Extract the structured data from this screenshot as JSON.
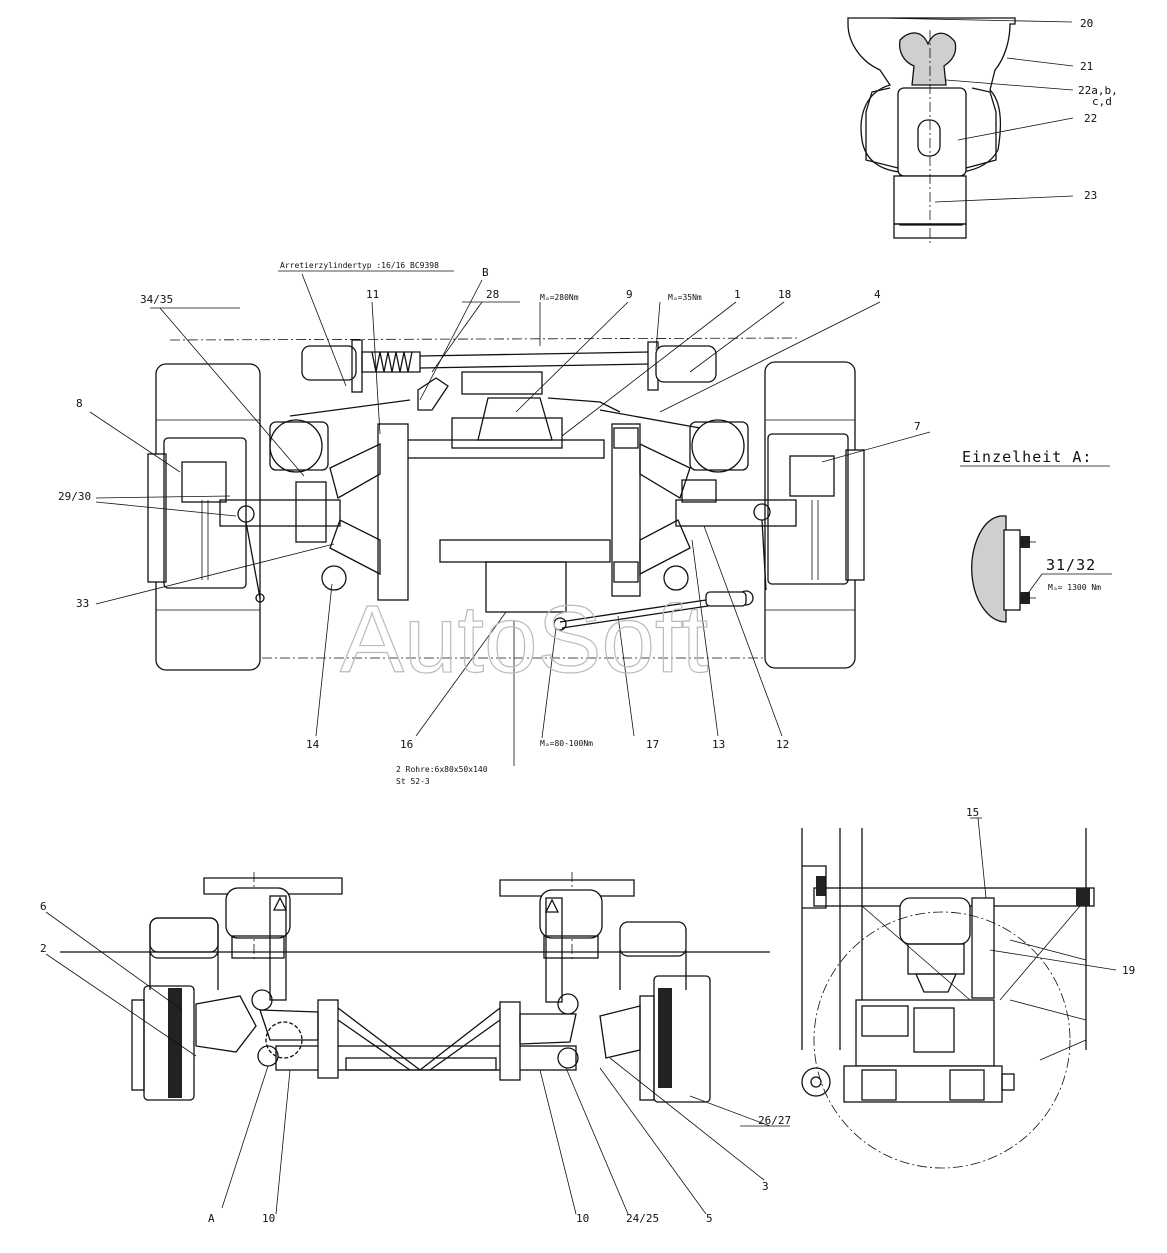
{
  "watermark": "AutoSoft",
  "top_view": {
    "cylinder_note": "Arretierzylindertyp :16/16  BC9398",
    "torques": {
      "m9": "Mₐ=280Nm",
      "m1": "Mₐ=35Nm",
      "m17": "Mₐ=80-100Nm"
    },
    "pipe_note": {
      "line1": "2 Rohre:6x80x50x140",
      "line2": "St 52-3"
    },
    "labels": {
      "l34_35": "34/35",
      "lB": "B",
      "l28": "28",
      "l11": "11",
      "l9": "9",
      "l1": "1",
      "l18": "18",
      "l4": "4",
      "l8": "8",
      "l7": "7",
      "l29_30": "29/30",
      "l33": "33",
      "l14": "14",
      "l16": "16",
      "l17": "17",
      "l13": "13",
      "l12": "12"
    }
  },
  "air_spring": {
    "labels": {
      "l20": "20",
      "l21": "21",
      "l22abcd_1": "22a,b,",
      "l22abcd_2": "c,d",
      "l22": "22",
      "l23": "23"
    }
  },
  "detail_a": {
    "title": "Einzelheit A:",
    "label": "31/32",
    "torque": "Mₐ= 1300 Nm"
  },
  "rear_view": {
    "labels": {
      "l6": "6",
      "l2": "2",
      "lA": "A",
      "l10a": "10",
      "l10b": "10",
      "l24_25": "24/25",
      "l5": "5",
      "l3": "3",
      "l26_27": "26/27"
    }
  },
  "side_view": {
    "labels": {
      "l15": "15",
      "l19": "19"
    }
  }
}
